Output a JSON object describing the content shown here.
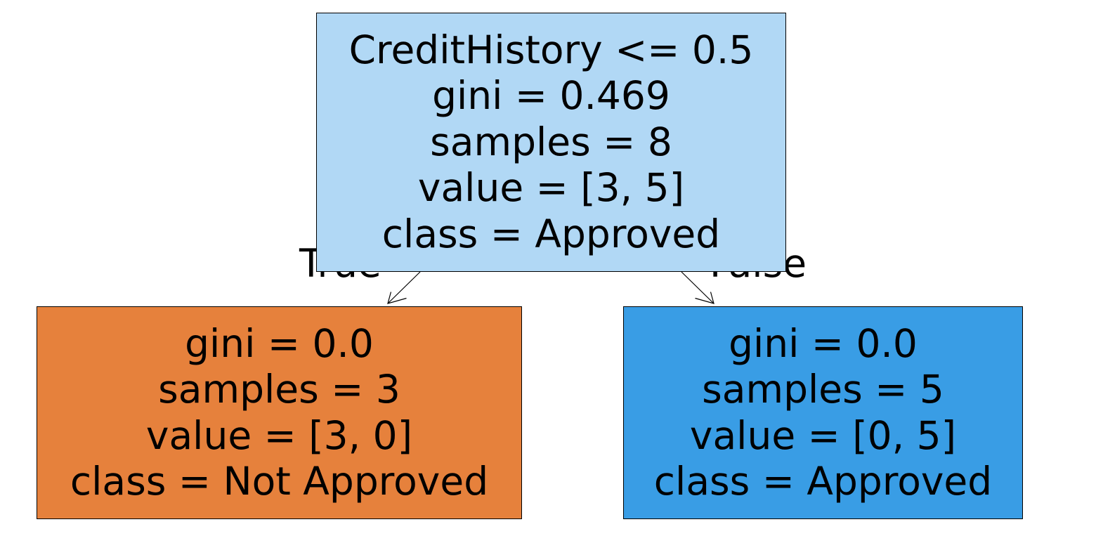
{
  "tree": {
    "root": {
      "lines": [
        "CreditHistory <= 0.5",
        "gini = 0.469",
        "samples = 8",
        "value = [3, 5]",
        "class = Approved"
      ],
      "fill": "#b1d8f5"
    },
    "left": {
      "lines": [
        "gini = 0.0",
        "samples = 3",
        "value = [3, 0]",
        "class = Not Approved"
      ],
      "fill": "#e6813c"
    },
    "right": {
      "lines": [
        "gini = 0.0",
        "samples = 5",
        "value = [0, 5]",
        "class = Approved"
      ],
      "fill": "#399de5"
    },
    "edges": {
      "true_label": "True",
      "false_label": "False"
    }
  }
}
